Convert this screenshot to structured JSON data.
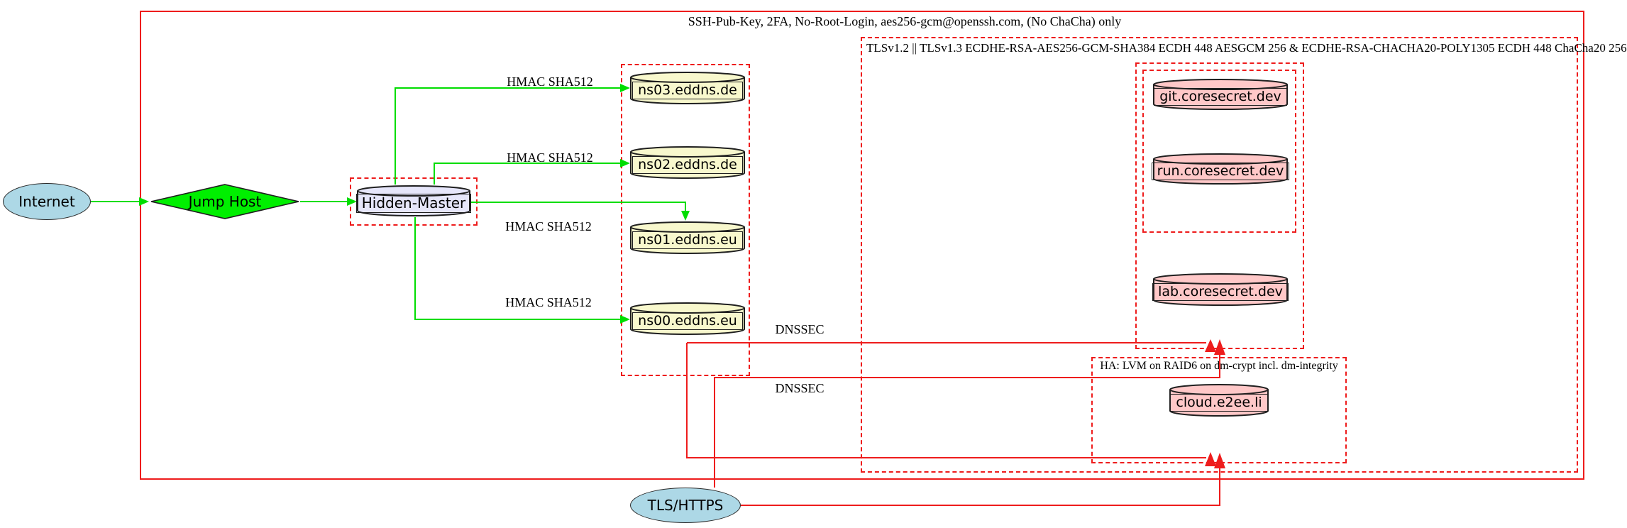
{
  "diagram": {
    "nodes": {
      "internet": "Internet",
      "jump_host": "Jump Host",
      "hidden_master": "Hidden-Master",
      "ns03": "ns03.eddns.de",
      "ns02": "ns02.eddns.de",
      "ns01": "ns01.eddns.eu",
      "ns00": "ns00.eddns.eu",
      "git": "git.coresecret.dev",
      "run": "run.coresecret.dev",
      "lab": "lab.coresecret.dev",
      "cloud": "cloud.e2ee.li",
      "tls_https": "TLS/HTTPS"
    },
    "cluster_labels": {
      "ssh": "SSH-Pub-Key, 2FA, No-Root-Login, aes256-gcm@openssh.com, (No ChaCha) only",
      "tls": "TLSv1.2 || TLSv1.3 ECDHE-RSA-AES256-GCM-SHA384 ECDH 448 AESGCM 256 & ECDHE-RSA-CHACHA20-POLY1305 ECDH 448 ChaCha20 256",
      "ha": "HA: LVM on RAID6 on dm-crypt incl. dm-integrity"
    },
    "edge_labels": {
      "hmac": "HMAC SHA512",
      "dnssec": "DNSSEC"
    },
    "colors": {
      "cluster_red": "#ee1c1c",
      "edge_green": "#00dd00",
      "diamond_green": "#00ef00",
      "node_lightblue": "#add8e6",
      "node_lavender": "#e6e6fa",
      "node_lightyellow": "#f8f8cd",
      "node_pink": "#ffc8c8"
    }
  }
}
